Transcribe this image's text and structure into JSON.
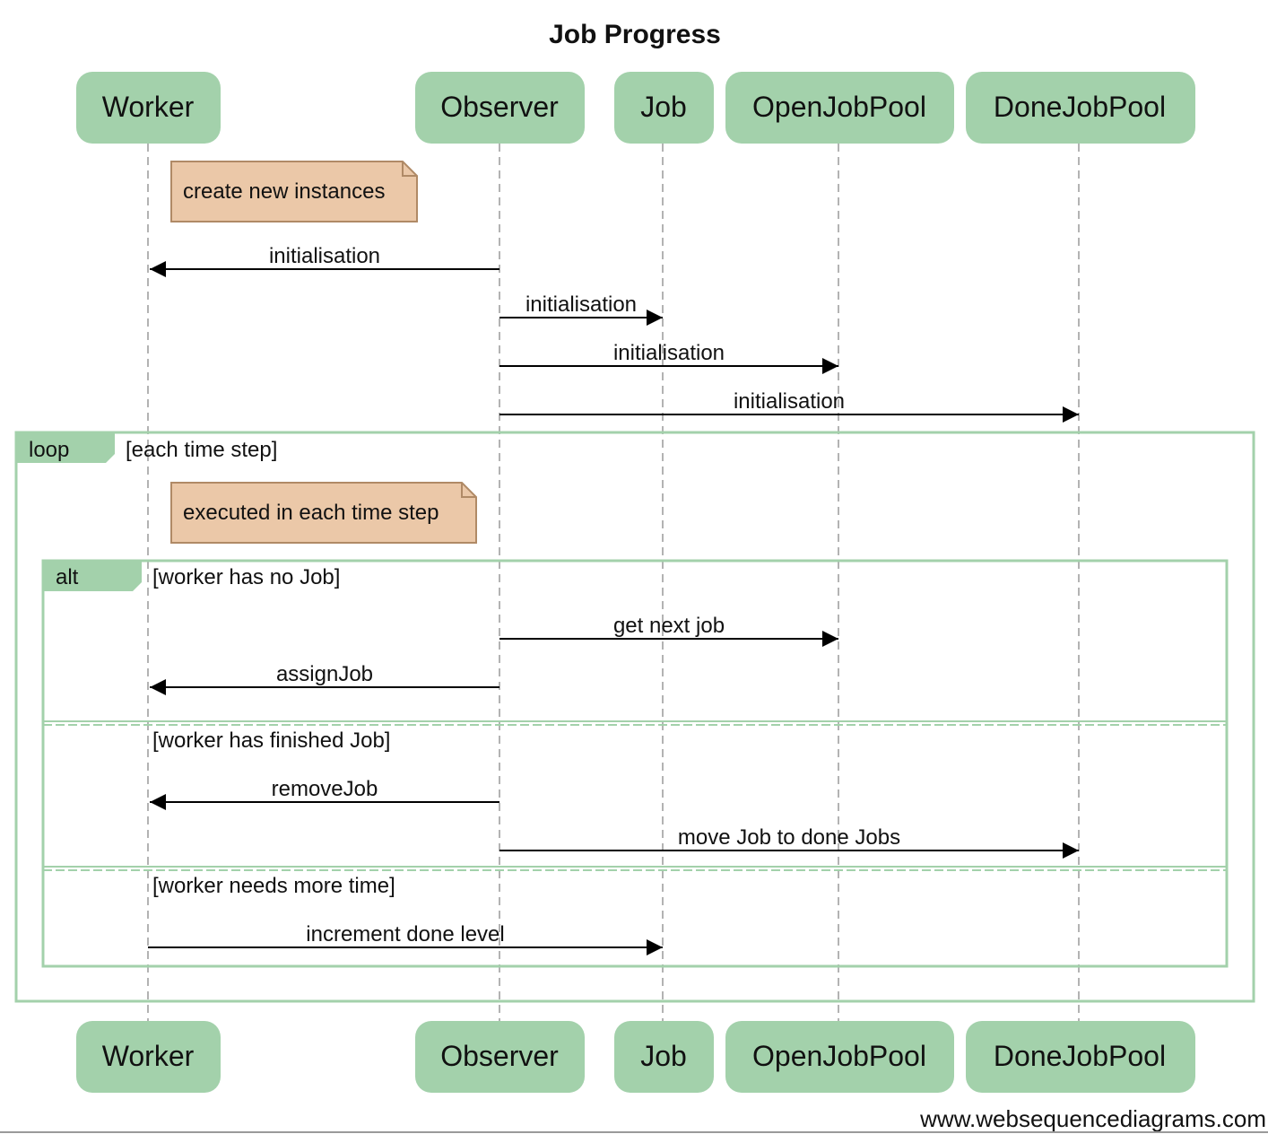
{
  "title": "Job Progress",
  "watermark": "www.websequencediagrams.com",
  "colors": {
    "participant_fill": "#a3d1ab",
    "note_fill": "#ebc8a8",
    "note_stroke": "#b08a66",
    "frame_stroke": "#a3d1ab",
    "lifeline": "#b3b3b3",
    "text": "#111111"
  },
  "participants": [
    {
      "id": "worker",
      "label": "Worker"
    },
    {
      "id": "observer",
      "label": "Observer"
    },
    {
      "id": "job",
      "label": "Job"
    },
    {
      "id": "openjobpool",
      "label": "OpenJobPool"
    },
    {
      "id": "donejobpool",
      "label": "DoneJobPool"
    }
  ],
  "notes": [
    {
      "id": "note-create",
      "text": "create new instances"
    },
    {
      "id": "note-executed",
      "text": "executed in each time step"
    }
  ],
  "messages": [
    {
      "id": "m1",
      "label": "initialisation",
      "from": "observer",
      "to": "worker"
    },
    {
      "id": "m2",
      "label": "initialisation",
      "from": "observer",
      "to": "job"
    },
    {
      "id": "m3",
      "label": "initialisation",
      "from": "observer",
      "to": "openjobpool"
    },
    {
      "id": "m4",
      "label": "initialisation",
      "from": "observer",
      "to": "donejobpool"
    },
    {
      "id": "m5",
      "label": "get next job",
      "from": "observer",
      "to": "openjobpool"
    },
    {
      "id": "m6",
      "label": "assignJob",
      "from": "observer",
      "to": "worker"
    },
    {
      "id": "m7",
      "label": "removeJob",
      "from": "observer",
      "to": "worker"
    },
    {
      "id": "m8",
      "label": "move Job to done Jobs",
      "from": "observer",
      "to": "donejobpool"
    },
    {
      "id": "m9",
      "label": "increment done level",
      "from": "worker",
      "to": "job"
    }
  ],
  "frames": {
    "loop": {
      "keyword": "loop",
      "condition": "[each time step]"
    },
    "alt": {
      "keyword": "alt",
      "conditions": [
        "[worker has no Job]",
        "[worker has finished Job]",
        "[worker needs more time]"
      ]
    }
  }
}
